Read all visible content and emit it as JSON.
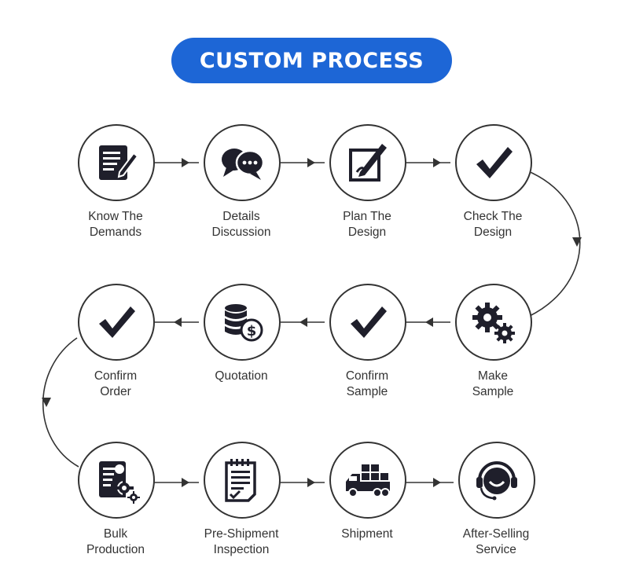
{
  "title": "CUSTOM PROCESS",
  "colors": {
    "accent": "#1d66d6",
    "icon": "#1f1f2b",
    "line": "#333333"
  },
  "steps": [
    {
      "icon": "document-pen-icon",
      "label": [
        "Know The",
        "Demands"
      ]
    },
    {
      "icon": "chat-bubbles-icon",
      "label": [
        "Details",
        "Discussion"
      ]
    },
    {
      "icon": "design-pencil-icon",
      "label": [
        "Plan The",
        "Design"
      ]
    },
    {
      "icon": "checkmark-icon",
      "label": [
        "Check The",
        "Design"
      ]
    },
    {
      "icon": "gears-icon",
      "label": [
        "Make",
        "Sample"
      ]
    },
    {
      "icon": "checkmark-icon",
      "label": [
        "Confirm",
        "Sample"
      ]
    },
    {
      "icon": "coins-dollar-icon",
      "label": [
        "Quotation"
      ]
    },
    {
      "icon": "checkmark-icon",
      "label": [
        "Confirm",
        "Order"
      ]
    },
    {
      "icon": "production-gear-icon",
      "label": [
        "Bulk",
        "Production"
      ]
    },
    {
      "icon": "checklist-icon",
      "label": [
        "Pre-Shipment",
        "Inspection"
      ]
    },
    {
      "icon": "delivery-truck-icon",
      "label": [
        "Shipment"
      ]
    },
    {
      "icon": "headset-service-icon",
      "label": [
        "After-Selling",
        "Service"
      ]
    }
  ]
}
